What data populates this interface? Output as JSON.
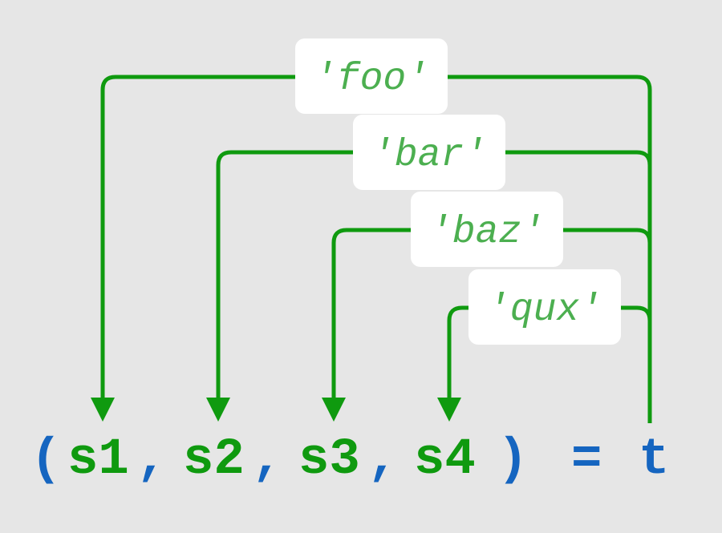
{
  "colors": {
    "background": "#e6e6e6",
    "arrow": "#0f9a0f",
    "label_text": "#4caf50",
    "label_box": "#ffffff",
    "punctuation": "#1565c0",
    "variable": "#0f9a0f"
  },
  "labels": [
    "'foo'",
    "'bar'",
    "'baz'",
    "'qux'"
  ],
  "code": {
    "open_paren": "(",
    "targets": [
      "s1",
      "s2",
      "s3",
      "s4"
    ],
    "comma": ",",
    "close_paren": ")",
    "equals": "=",
    "source": "t"
  }
}
